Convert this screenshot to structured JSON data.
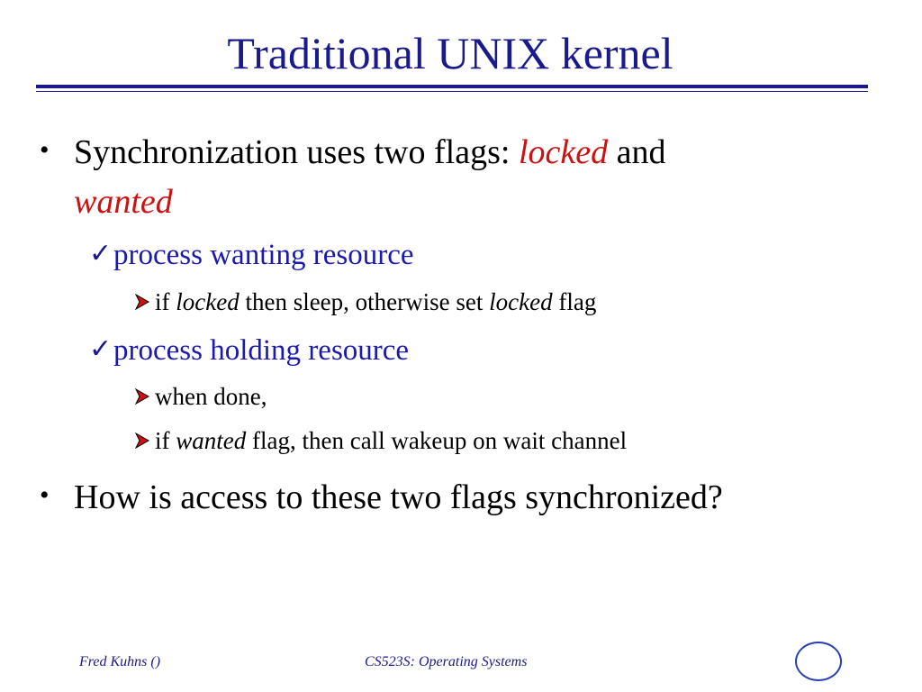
{
  "slide": {
    "title": "Traditional UNIX kernel",
    "bullet1": {
      "text_a": "Synchronization uses two flags: ",
      "em_a": "locked",
      "text_b": " and",
      "em_b": "wanted"
    },
    "sub1": {
      "text": "process wanting resource"
    },
    "sub1_item": {
      "text_a": "if ",
      "em_a": "locked",
      "text_b": " then sleep, otherwise set ",
      "em_b": "locked",
      "text_c": " flag"
    },
    "sub2": {
      "text": "process holding resource"
    },
    "sub2_item1": {
      "text": "when done,"
    },
    "sub2_item2": {
      "text_a": "if ",
      "em_a": "wanted",
      "text_b": " flag, then call wakeup on wait channel"
    },
    "bullet2": {
      "text": "How is access to these two flags synchronized?"
    }
  },
  "footer": {
    "author": "Fred Kuhns ()",
    "course": "CS523S: Operating Systems"
  },
  "icons": {
    "bullet": "bullet-dot",
    "sub_bullet": "checkmark",
    "sub_sub_bullet": "right-arrow"
  },
  "colors": {
    "title": "#1a1a8c",
    "emphasis": "#cc1111",
    "sub_level": "#1a1ab0",
    "arrow_fill": "#cc1111"
  }
}
